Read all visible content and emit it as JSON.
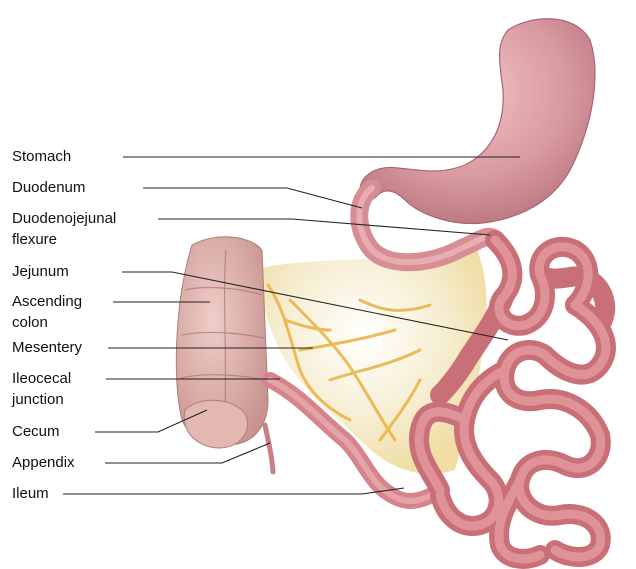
{
  "labels": {
    "stomach": "Stomach",
    "duodenum": "Duodenum",
    "duodenojejunal_1": "Duodenojejunal",
    "duodenojejunal_2": "flexure",
    "jejunum": "Jejunum",
    "ascending_colon_1": "Ascending",
    "ascending_colon_2": "colon",
    "mesentery": "Mesentery",
    "ileocecal_1": "Ileocecal",
    "ileocecal_2": "junction",
    "cecum": "Cecum",
    "appendix": "Appendix",
    "ileum": "Ileum"
  },
  "colors": {
    "intestine": "#d9868b",
    "intestine_dark": "#b9616a",
    "stomach": "#d99aa1",
    "colon": "#d9a9a5",
    "mesentery": "#f4e6b8",
    "fat": "#f0c870",
    "leader_line": "#222222"
  }
}
